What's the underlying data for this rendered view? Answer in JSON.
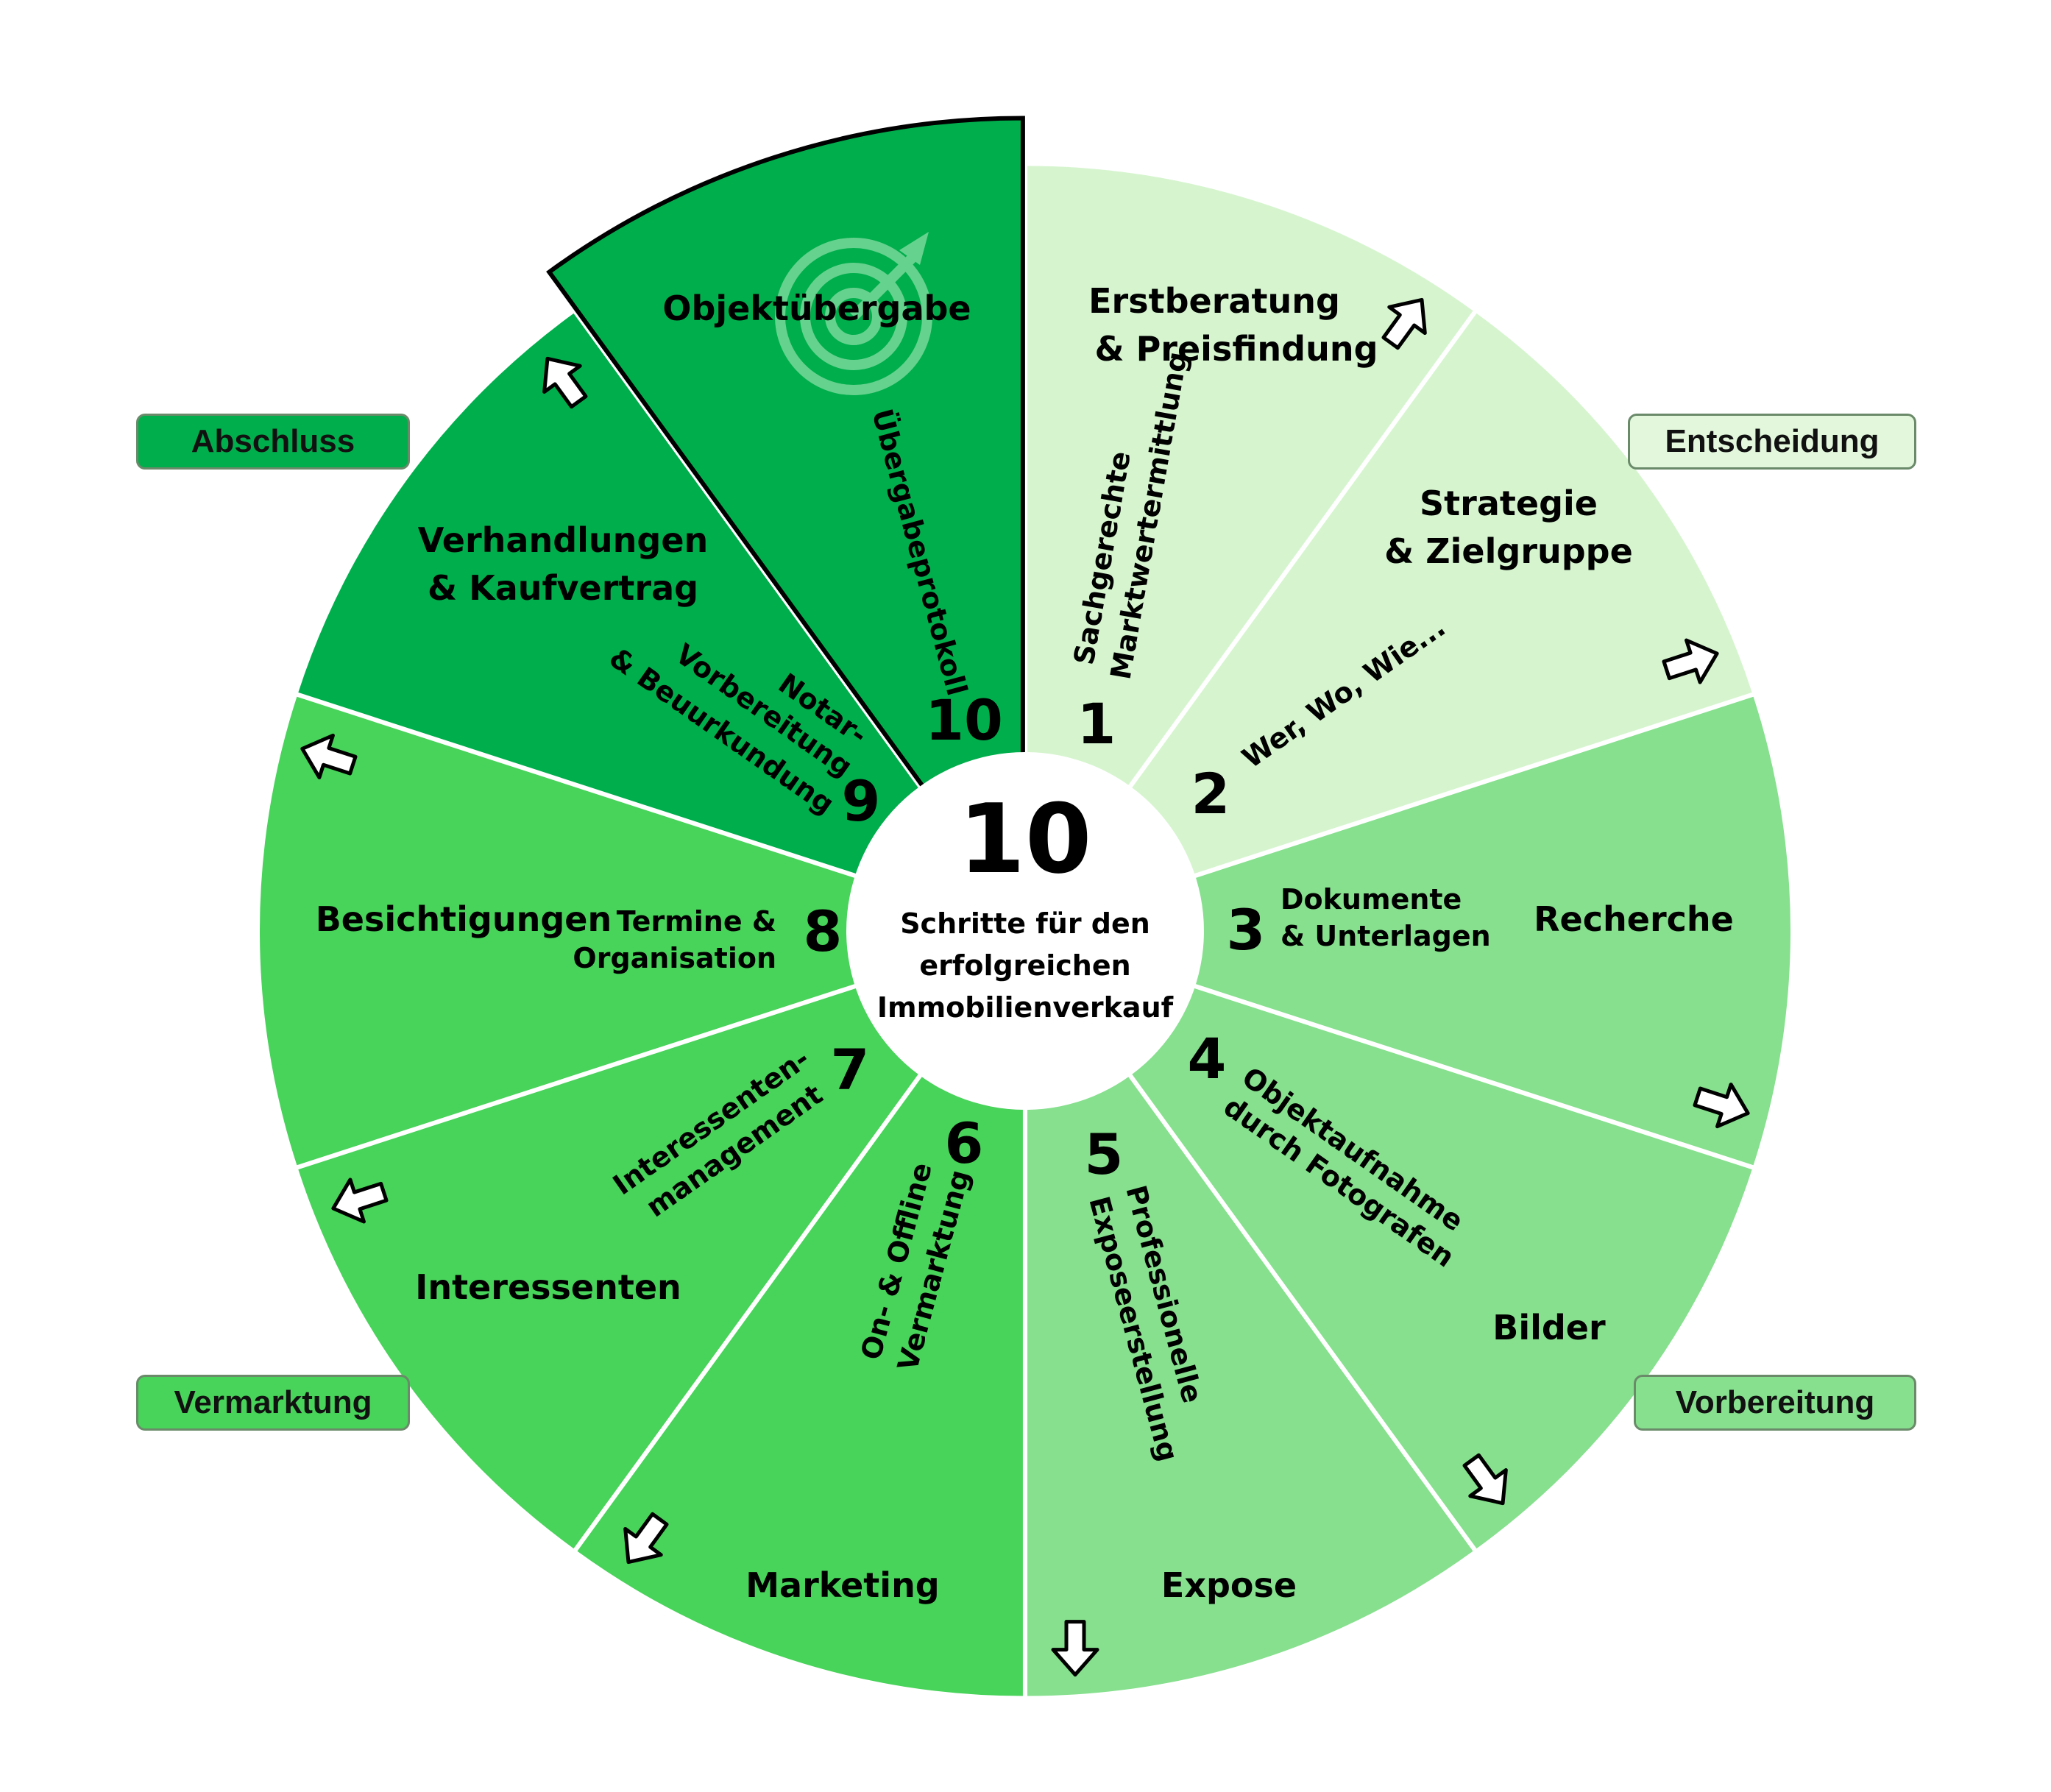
{
  "center": {
    "number": "10",
    "line1": "Schritte für den",
    "line2": "erfolgreichen",
    "line3": "Immobilienverkauf"
  },
  "phases": {
    "abschluss": "Abschluss",
    "entscheidung": "Entscheidung",
    "vermarktung": "Vermarktung",
    "vorbereitung": "Vorbereitung"
  },
  "colors": {
    "very_light": "#d6f5cf",
    "light": "#86e08e",
    "medium": "#48d35a",
    "dark": "#00ae4c",
    "outline": "#000000",
    "background": "#ffffff"
  },
  "steps": [
    {
      "number": "1",
      "title_line1": "Erstberatung",
      "title_line2": "& Preisfindung",
      "sub_line1": "Sachgerechte",
      "sub_line2": "Marktwertermittlung"
    },
    {
      "number": "2",
      "title_line1": "Strategie",
      "title_line2": "& Zielgruppe",
      "sub_line1": "Wer, Wo, Wie..."
    },
    {
      "number": "3",
      "title_line1": "Recherche",
      "sub_line1": "Dokumente",
      "sub_line2": "& Unterlagen"
    },
    {
      "number": "4",
      "title_line1": "Bilder",
      "sub_line1": "Objektaufnahme",
      "sub_line2": "durch Fotografen"
    },
    {
      "number": "5",
      "title_line1": "Expose",
      "sub_line1": "Professionelle",
      "sub_line2": "Exposeerstellung"
    },
    {
      "number": "6",
      "title_line1": "Marketing",
      "sub_line1": "On- & Offline",
      "sub_line2": "Vermarktung"
    },
    {
      "number": "7",
      "title_line1": "Interessenten",
      "sub_line1": "Interessenten-",
      "sub_line2": "management"
    },
    {
      "number": "8",
      "title_line1": "Besichtigungen",
      "sub_line1": "Termine &",
      "sub_line2": "Organisation"
    },
    {
      "number": "9",
      "title_line1": "Verhandlungen",
      "title_line2": "& Kaufvertrag",
      "sub_line1": "Notar-",
      "sub_line2": "Vorbereitung",
      "sub_line3": "& Beuurkundung"
    },
    {
      "number": "10",
      "title_line1": "Objektübergabe",
      "sub_line1": "Übergabeprotokoll"
    }
  ],
  "icons": {
    "goal": "target-arrow-icon",
    "flow": "hollow-arrow-icon"
  }
}
